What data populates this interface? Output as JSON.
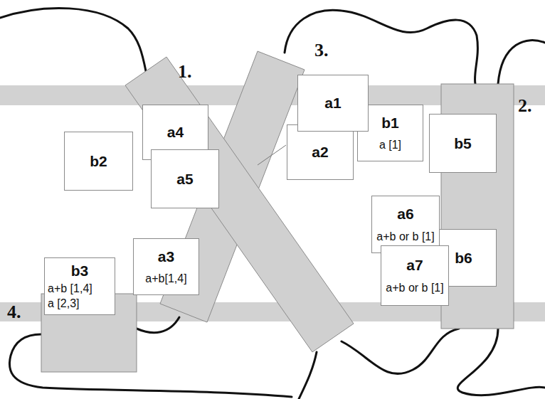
{
  "diagram": {
    "nodes": [
      {
        "text": [
          "a1"
        ]
      },
      {
        "text": [
          "b1",
          "a [1]"
        ]
      },
      {
        "text": [
          "a4"
        ]
      },
      {
        "text": [
          "a2"
        ]
      },
      {
        "text": [
          "b5"
        ]
      },
      {
        "text": [
          "b2"
        ]
      },
      {
        "text": [
          "a5"
        ]
      },
      {
        "text": [
          "a6",
          "a+b or b [1]"
        ]
      },
      {
        "text": [
          "b6"
        ]
      },
      {
        "text": [
          "a3",
          "a+b[1,4]"
        ]
      },
      {
        "text": [
          "a7",
          "a+b or b [1]"
        ]
      },
      {
        "text": [
          "b3",
          "a+b [1,4]",
          "a [2,3]"
        ]
      }
    ],
    "labels": [
      "1.",
      "3.",
      "2.",
      "4."
    ]
  }
}
